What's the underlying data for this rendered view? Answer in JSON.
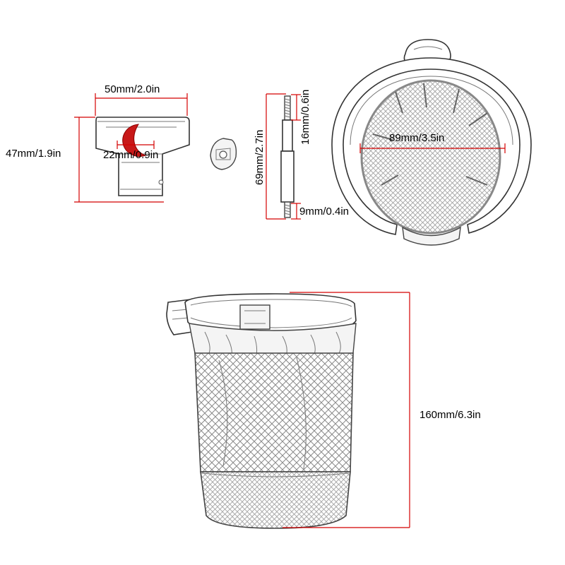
{
  "colors": {
    "dimension": "#d40000",
    "outline": "#333333",
    "background": "#ffffff"
  },
  "dimensions": {
    "clamp_width": "50mm/2.0in",
    "clamp_height": "47mm/1.9in",
    "clamp_bore": "22mm/0.9in",
    "bolt_length": "69mm/2.7in",
    "bolt_thread_top": "16mm/0.6in",
    "bolt_thread_bottom": "9mm/0.4in",
    "cup_diameter": "89mm/3.5in",
    "cup_height": "160mm/6.3in"
  }
}
